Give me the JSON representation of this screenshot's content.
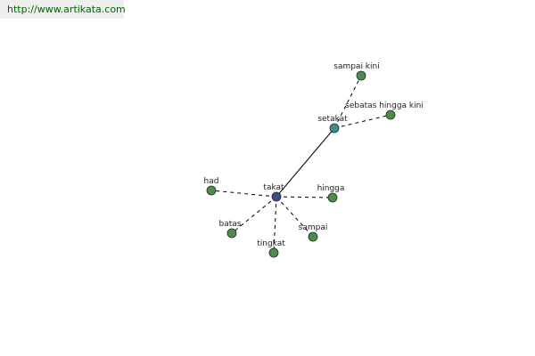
{
  "source": {
    "link_text": "http://www.artikata.com"
  },
  "colors": {
    "link": "#006600",
    "edge": "#000000",
    "node_default": "#4e8a4e",
    "node_center": "#3b4d8f",
    "node_secondary": "#3f8c8c",
    "node_stroke": "#1f2f1f",
    "label": "#222222"
  },
  "graph": {
    "center": "takat",
    "nodes": [
      {
        "id": "takat",
        "label": "takat",
        "role": "center"
      },
      {
        "id": "setakat",
        "label": "setakat",
        "role": "secondary"
      },
      {
        "id": "sampai_kini",
        "label": "sampai kini",
        "role": "default"
      },
      {
        "id": "sebatas_hingga_kini",
        "label": "sebatas hingga kini",
        "role": "default"
      },
      {
        "id": "had",
        "label": "had",
        "role": "default"
      },
      {
        "id": "hingga",
        "label": "hingga",
        "role": "default"
      },
      {
        "id": "batas",
        "label": "batas",
        "role": "default"
      },
      {
        "id": "tingkat",
        "label": "tingkat",
        "role": "default"
      },
      {
        "id": "sampai",
        "label": "sampai",
        "role": "default"
      }
    ],
    "edges": [
      {
        "from": "takat",
        "to": "setakat",
        "style": "solid"
      },
      {
        "from": "setakat",
        "to": "sampai_kini",
        "style": "dashed"
      },
      {
        "from": "setakat",
        "to": "sebatas_hingga_kini",
        "style": "dashed"
      },
      {
        "from": "takat",
        "to": "had",
        "style": "dashed"
      },
      {
        "from": "takat",
        "to": "hingga",
        "style": "dashed"
      },
      {
        "from": "takat",
        "to": "batas",
        "style": "dashed"
      },
      {
        "from": "takat",
        "to": "tingkat",
        "style": "dashed"
      },
      {
        "from": "takat",
        "to": "sampai",
        "style": "dashed"
      }
    ]
  }
}
